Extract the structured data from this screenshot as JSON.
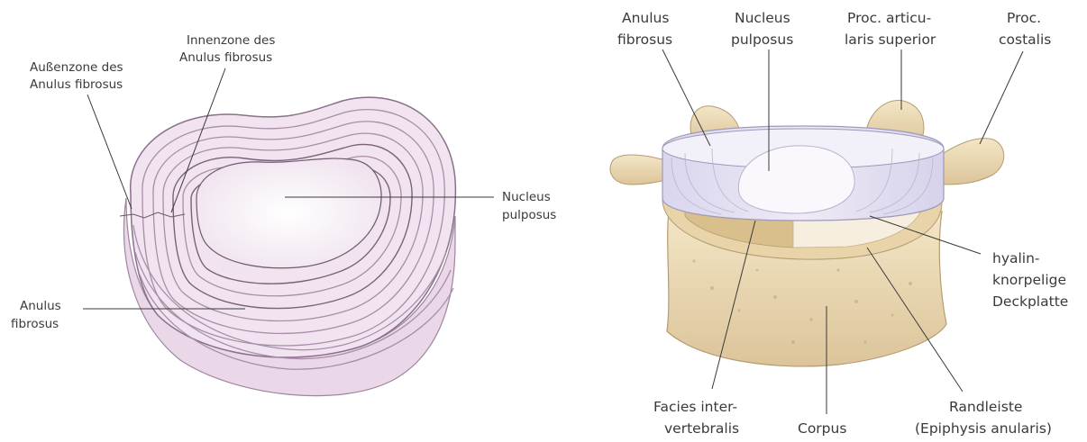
{
  "left_figure": {
    "labels": {
      "outer_zone_line1": "Außenzone des",
      "outer_zone_line2": "Anulus fibrosus",
      "inner_zone_line1": "Innenzone des",
      "inner_zone_line2": "Anulus fibrosus",
      "nucleus_line1": "Nucleus",
      "nucleus_line2": "pulposus",
      "anulus_line1": "Anulus",
      "anulus_line2": "fibrosus"
    }
  },
  "right_figure": {
    "labels": {
      "anulus_line1": "Anulus",
      "anulus_line2": "fibrosus",
      "nucleus_line1": "Nucleus",
      "nucleus_line2": "pulposus",
      "proc_art_line1": "Proc. articu-",
      "proc_art_line2": "laris superior",
      "proc_cost_line1": "Proc.",
      "proc_cost_line2": "costalis",
      "hyalin_line1": "hyalin-",
      "hyalin_line2": "knorpelige",
      "hyalin_line3": "Deckplatte",
      "facies_line1": "Facies inter-",
      "facies_line2": "vertebralis",
      "corpus": "Corpus",
      "randleiste_line1": "Randleiste",
      "randleiste_line2": "(Epiphysis anularis)"
    }
  },
  "colors": {
    "disc_fill": "#f1e4f0",
    "disc_ring": "#a88ea8",
    "nucleus_fill": "#fbf6fa",
    "bone_fill": "#ecdcb6",
    "bone_shade": "#d9c29a",
    "text": "#3a3a3a"
  }
}
